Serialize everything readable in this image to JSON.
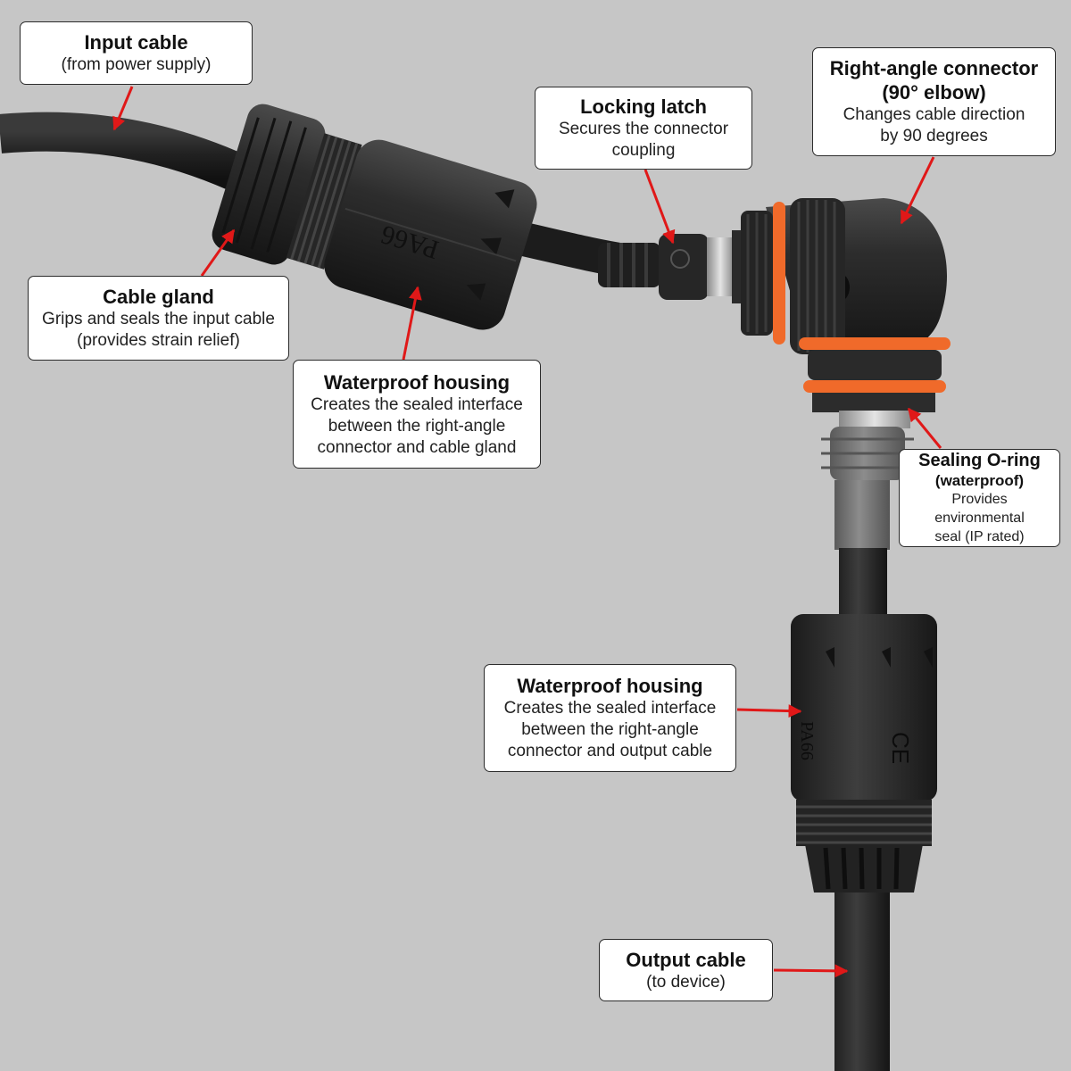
{
  "colors": {
    "background": "#c6c6c6",
    "arrow": "#e01818",
    "oring": "#f06a2a",
    "housing": "#2a2a2a",
    "cable": "#1e1e1e"
  },
  "part_marks": {
    "housing_left": "PA66",
    "housing_right": "PA66",
    "ce_mark": "CE"
  },
  "callouts": {
    "input_cable": {
      "title": "Input cable",
      "sub": "(from power supply)"
    },
    "locking_latch": {
      "title": "Locking latch",
      "desc": [
        "Secures the connector",
        "coupling"
      ]
    },
    "right_angle": {
      "title": "Right-angle connector",
      "sub": "(90° elbow)",
      "desc": [
        "Changes cable direction",
        "by 90 degrees"
      ]
    },
    "cable_gland": {
      "title": "Cable gland",
      "desc": [
        "Grips and seals the input cable",
        "(provides strain relief)"
      ]
    },
    "housing_input": {
      "title": "Waterproof housing",
      "desc": [
        "Creates the sealed interface",
        "between the right-angle",
        "connector and cable gland"
      ]
    },
    "sealing_oring": {
      "title": "Sealing O-ring",
      "sub": "(waterproof)",
      "desc": [
        "Provides environmental",
        "seal (IP rated)"
      ]
    },
    "housing_output": {
      "title": "Waterproof housing",
      "desc": [
        "Creates the sealed interface",
        "between the right-angle",
        "connector and output cable"
      ]
    },
    "output_cable": {
      "title": "Output cable",
      "sub": "(to device)"
    }
  }
}
